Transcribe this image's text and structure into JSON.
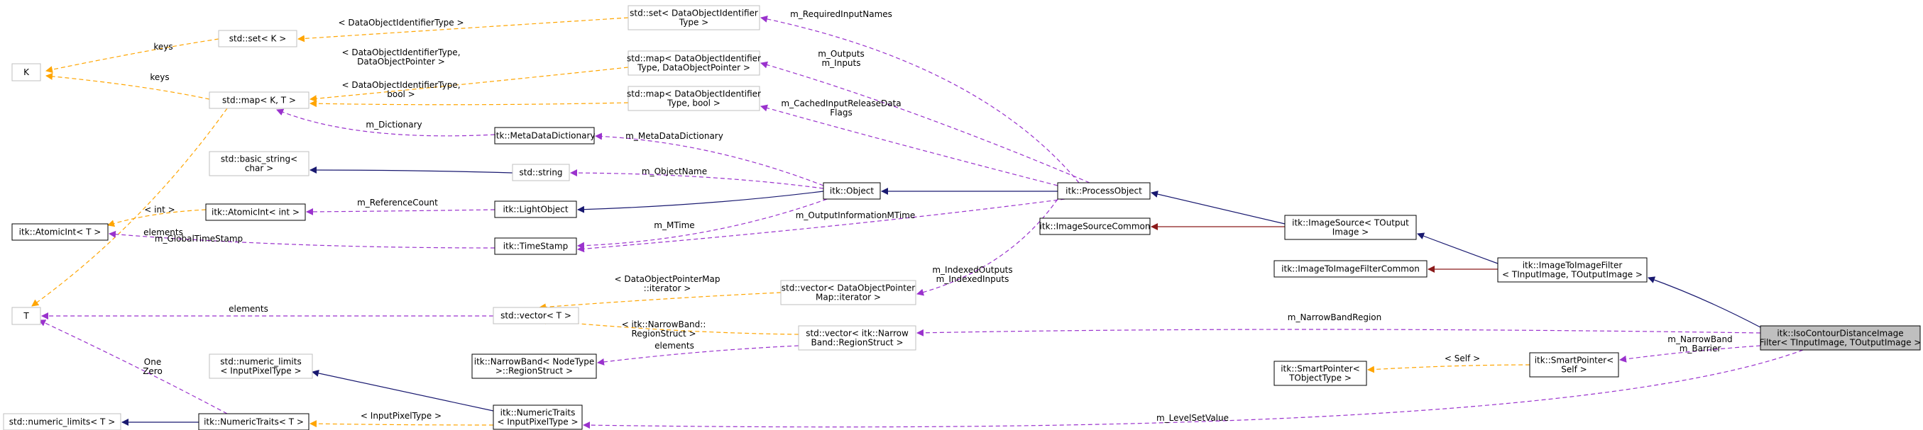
{
  "diagram": {
    "nodes": [
      {
        "id": "K",
        "lines": [
          "K"
        ],
        "style": "grey"
      },
      {
        "id": "set_k",
        "lines": [
          "std::set< K >"
        ],
        "style": "grey"
      },
      {
        "id": "map_kt",
        "lines": [
          "std::map< K, T >"
        ],
        "style": "grey"
      },
      {
        "id": "basic_string",
        "lines": [
          "std::basic_string<",
          "char >"
        ],
        "style": "grey"
      },
      {
        "id": "atomic_int_t",
        "lines": [
          "itk::AtomicInt< T >"
        ],
        "style": "black"
      },
      {
        "id": "atomic_int_int",
        "lines": [
          "itk::AtomicInt< int >"
        ],
        "style": "black"
      },
      {
        "id": "T",
        "lines": [
          "T"
        ],
        "style": "grey"
      },
      {
        "id": "numeric_limits_t",
        "lines": [
          "std::numeric_limits< T >"
        ],
        "style": "grey"
      },
      {
        "id": "numeric_limits_input",
        "lines": [
          "std::numeric_limits",
          "< InputPixelType >"
        ],
        "style": "grey"
      },
      {
        "id": "numeric_traits_t",
        "lines": [
          "itk::NumericTraits< T >"
        ],
        "style": "black"
      },
      {
        "id": "narrowband_region",
        "lines": [
          "itk::NarrowBand< NodeType",
          ">::RegionStruct >"
        ],
        "style": "black"
      },
      {
        "id": "numeric_traits_input",
        "lines": [
          "itk::NumericTraits",
          "< InputPixelType >"
        ],
        "style": "black"
      },
      {
        "id": "meta_data_dictionary",
        "lines": [
          "itk::MetaDataDictionary"
        ],
        "style": "black"
      },
      {
        "id": "std_string",
        "lines": [
          "std::string"
        ],
        "style": "grey"
      },
      {
        "id": "light_object",
        "lines": [
          "itk::LightObject"
        ],
        "style": "black"
      },
      {
        "id": "time_stamp",
        "lines": [
          "itk::TimeStamp"
        ],
        "style": "black"
      },
      {
        "id": "vector_t",
        "lines": [
          "std::vector< T >"
        ],
        "style": "grey"
      },
      {
        "id": "set_doid",
        "lines": [
          "std::set< DataObjectIdentifier",
          "Type >"
        ],
        "style": "grey"
      },
      {
        "id": "map_doid_dop",
        "lines": [
          "std::map< DataObjectIdentifier",
          "Type, DataObjectPointer >"
        ],
        "style": "grey"
      },
      {
        "id": "map_doid_bool",
        "lines": [
          "std::map< DataObjectIdentifier",
          "Type, bool >"
        ],
        "style": "grey"
      },
      {
        "id": "vector_dopm",
        "lines": [
          "std::vector< DataObjectPointer",
          "Map::iterator >"
        ],
        "style": "grey"
      },
      {
        "id": "vector_nb",
        "lines": [
          "std::vector< itk::Narrow",
          "Band::RegionStruct >"
        ],
        "style": "grey"
      },
      {
        "id": "itk_object",
        "lines": [
          "itk::Object"
        ],
        "style": "black"
      },
      {
        "id": "process_object",
        "lines": [
          "itk::ProcessObject"
        ],
        "style": "black"
      },
      {
        "id": "image_source_common",
        "lines": [
          "itk::ImageSourceCommon"
        ],
        "style": "black"
      },
      {
        "id": "image_source",
        "lines": [
          "itk::ImageSource< TOutput",
          "Image >"
        ],
        "style": "black"
      },
      {
        "id": "i2i_common",
        "lines": [
          "itk::ImageToImageFilterCommon"
        ],
        "style": "black"
      },
      {
        "id": "i2i_filter",
        "lines": [
          "itk::ImageToImageFilter",
          "< TInputImage, TOutputImage >"
        ],
        "style": "black"
      },
      {
        "id": "smart_pointer_tobj",
        "lines": [
          "itk::SmartPointer<",
          "TObjectType >"
        ],
        "style": "black"
      },
      {
        "id": "smart_pointer_self",
        "lines": [
          "itk::SmartPointer<",
          "Self >"
        ],
        "style": "black"
      },
      {
        "id": "iso_contour",
        "lines": [
          "itk::IsoContourDistanceImage",
          "Filter< TInputImage, TOutputImage >"
        ],
        "style": "focus"
      }
    ],
    "edges": [
      {
        "id": "e_set_k",
        "kind": "template",
        "label": [
          "keys"
        ]
      },
      {
        "id": "e_map_k",
        "kind": "template",
        "label": [
          "keys"
        ]
      },
      {
        "id": "e_map_t",
        "kind": "template",
        "label": [
          "elements"
        ]
      },
      {
        "id": "e_set_doid_to_setk",
        "kind": "template",
        "label": [
          "< DataObjectIdentifierType >"
        ]
      },
      {
        "id": "e_map_dop_to_map",
        "kind": "template",
        "label": [
          "< DataObjectIdentifierType,",
          "DataObjectPointer >"
        ]
      },
      {
        "id": "e_map_bool_to_map",
        "kind": "template",
        "label": [
          "< DataObjectIdentifierType,",
          "bool >"
        ]
      },
      {
        "id": "e_dict_to_map",
        "kind": "usage",
        "label": [
          "m_Dictionary"
        ]
      },
      {
        "id": "e_basic_string",
        "kind": "inherit",
        "label": []
      },
      {
        "id": "e_atomic_int",
        "kind": "template",
        "label": [
          "< int >"
        ]
      },
      {
        "id": "e_refcount",
        "kind": "usage",
        "label": [
          "m_ReferenceCount"
        ]
      },
      {
        "id": "e_gts",
        "kind": "usage",
        "label": [
          "m_GlobalTimeStamp"
        ]
      },
      {
        "id": "e_vector_t",
        "kind": "usage",
        "label": [
          "elements"
        ]
      },
      {
        "id": "e_nt_to_t",
        "kind": "usage",
        "label": [
          "One",
          "Zero"
        ]
      },
      {
        "id": "e_nl_t",
        "kind": "inherit",
        "label": []
      },
      {
        "id": "e_nl_input",
        "kind": "inherit",
        "label": []
      },
      {
        "id": "e_nt_template",
        "kind": "template",
        "label": [
          "< InputPixelType >"
        ]
      },
      {
        "id": "e_dopm_template",
        "kind": "template",
        "label": [
          "< DataObjectPointerMap",
          "::iterator >"
        ]
      },
      {
        "id": "e_nb_template",
        "kind": "template",
        "label": [
          "< itk::NarrowBand::",
          "RegionStruct >"
        ]
      },
      {
        "id": "e_nb_elements",
        "kind": "usage",
        "label": [
          "elements"
        ]
      },
      {
        "id": "e_meta",
        "kind": "usage",
        "label": [
          "m_MetaDataDictionary"
        ]
      },
      {
        "id": "e_objname",
        "kind": "usage",
        "label": [
          "m_ObjectName"
        ]
      },
      {
        "id": "e_light",
        "kind": "inherit",
        "label": []
      },
      {
        "id": "e_mtime",
        "kind": "usage",
        "label": [
          "m_MTime"
        ]
      },
      {
        "id": "e_oimt",
        "kind": "usage",
        "label": [
          "m_OutputInformationMTime"
        ]
      },
      {
        "id": "e_required",
        "kind": "usage",
        "label": [
          "m_RequiredInputNames"
        ]
      },
      {
        "id": "e_outputs",
        "kind": "usage",
        "label": [
          "m_Outputs",
          "m_Inputs"
        ]
      },
      {
        "id": "e_cached",
        "kind": "usage",
        "label": [
          "m_CachedInputReleaseData",
          "Flags"
        ]
      },
      {
        "id": "e_indexed",
        "kind": "usage",
        "label": [
          "m_IndexedOutputs",
          "m_IndexedInputs"
        ]
      },
      {
        "id": "e_object",
        "kind": "inherit",
        "label": []
      },
      {
        "id": "e_process",
        "kind": "inherit",
        "label": []
      },
      {
        "id": "e_isc",
        "kind": "inherit_protected",
        "label": []
      },
      {
        "id": "e_image_source",
        "kind": "inherit",
        "label": []
      },
      {
        "id": "e_i2ic",
        "kind": "inherit_protected",
        "label": []
      },
      {
        "id": "e_i2i",
        "kind": "inherit",
        "label": []
      },
      {
        "id": "e_narrowband_region",
        "kind": "usage",
        "label": [
          "m_NarrowBandRegion"
        ]
      },
      {
        "id": "e_sp_template",
        "kind": "template",
        "label": [
          "< Self >"
        ]
      },
      {
        "id": "e_sp_usage",
        "kind": "usage",
        "label": [
          "m_NarrowBand",
          "m_Barrier"
        ]
      },
      {
        "id": "e_levelset",
        "kind": "usage",
        "label": [
          "m_LevelSetValue"
        ]
      }
    ]
  },
  "colors": {
    "usage": "#9a32cd",
    "template": "#ffa500",
    "inherit": "#191970",
    "inherit_protected": "#8b1a1a",
    "grey_border": "#bfbfbf",
    "black_border": "#000000",
    "focus_fill": "#bfbfbf"
  }
}
